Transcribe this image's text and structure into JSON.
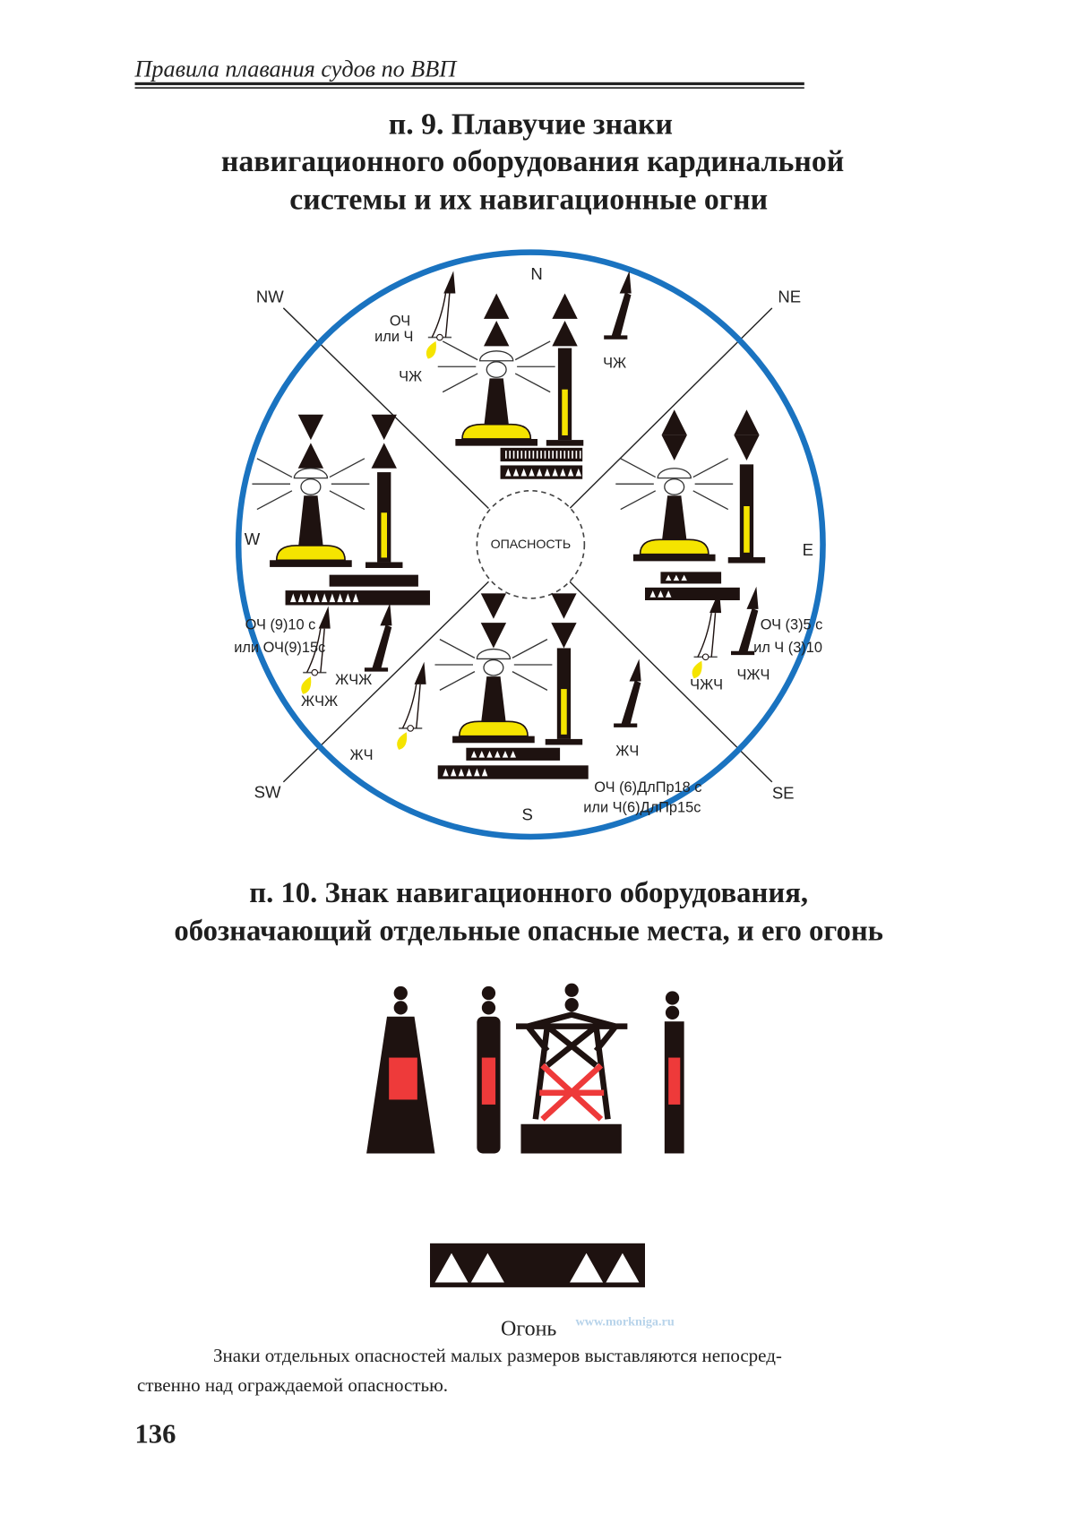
{
  "header": {
    "running_title": "Правила плавания судов по ВВП"
  },
  "section9": {
    "title_lines": [
      "п. 9. Плавучие знаки",
      "навигационного оборудования кардинальной",
      "системы и их навигационные огни"
    ],
    "compass": {
      "N": "N",
      "NE": "NE",
      "E": "E",
      "SE": "SE",
      "S": "S",
      "SW": "SW",
      "W": "W",
      "NW": "NW"
    },
    "center_label": "ОПАСНОСТЬ",
    "labels": {
      "n_light": [
        "ОЧ",
        "или Ч"
      ],
      "n_left_colors": "ЧЖ",
      "n_right_colors": "ЧЖ",
      "w_light": [
        "ОЧ (9)10 с",
        "или ОЧ(9)15с"
      ],
      "w_colors_1": "ЖЧЖ",
      "w_colors_2": "ЖЧЖ",
      "e_light": [
        "ОЧ (3)5 с",
        "ил  Ч (3)10"
      ],
      "e_colors_1": "ЧЖЧ",
      "e_colors_2": "ЧЖЧ",
      "s_colors_1": "ЖЧ",
      "s_colors_2": "ЖЧ",
      "s_light": [
        "ОЧ (6)ДлПр18 с",
        "или Ч(6)ДлПр15с"
      ]
    },
    "colors": {
      "circle": "#1a73c0",
      "yellow": "#f5e400",
      "black": "#1e1210"
    }
  },
  "section10": {
    "title_lines": [
      "п. 10. Знак навигационного оборудования,",
      "обозначающий отдельные опасные места, и его огонь"
    ],
    "colors": {
      "red": "#ee3a3a"
    },
    "light_caption": "Огонь",
    "watermark": "www.morkniga.ru"
  },
  "paragraph": {
    "line1": "Знаки отдельных опасностей малых размеров выставляются непосред-",
    "line2": "ственно над ограждаемой опасностью."
  },
  "page_number": "136"
}
